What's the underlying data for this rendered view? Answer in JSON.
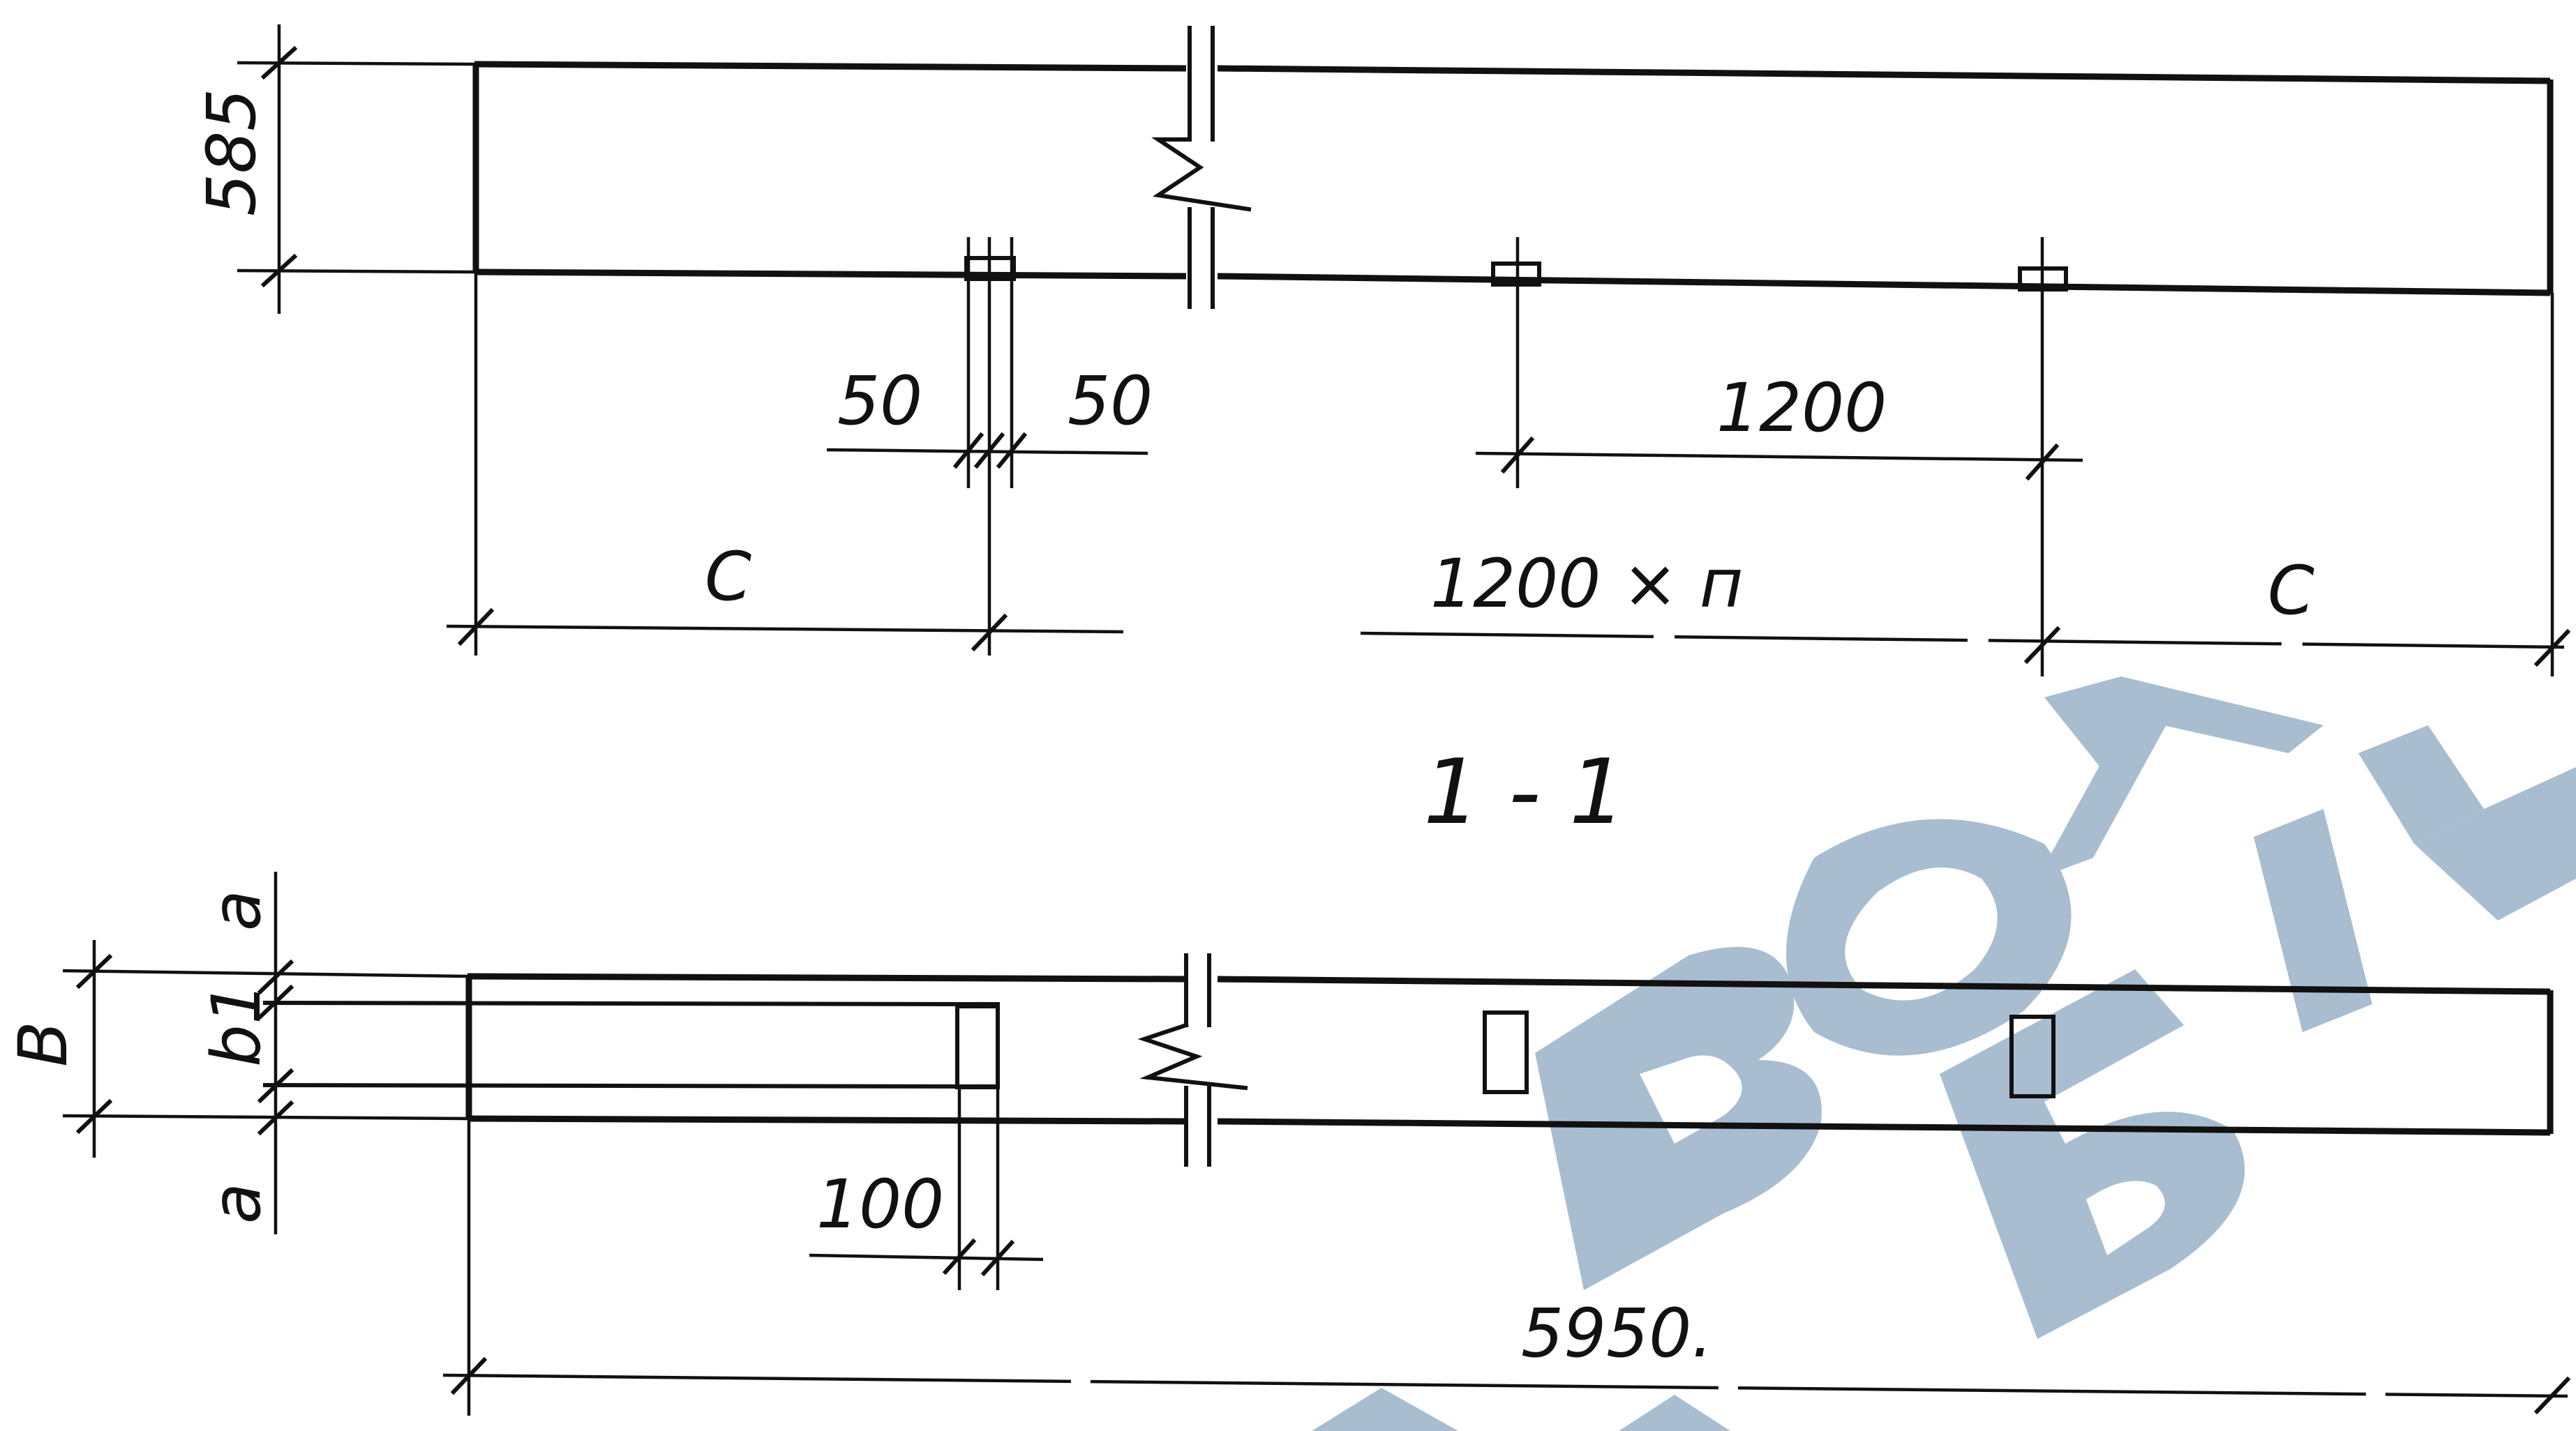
{
  "upper_view": {
    "height_dim": "585",
    "left_gap_dim": "50",
    "right_gap_dim": "50",
    "spacing_dim": "1200",
    "edge_dim_left": "C",
    "middle_dim": "1200 × п",
    "edge_dim_right": "C"
  },
  "section_label": "1 - 1",
  "lower_view": {
    "top_offset_dim": "a",
    "width_dim": "B",
    "inner_width_dim": "b1",
    "bottom_offset_dim": "a",
    "slot_width_dim": "100",
    "total_length_dim": "5950."
  },
  "colors": {
    "lines": "#111111",
    "watermark": "#a9bdd0"
  }
}
